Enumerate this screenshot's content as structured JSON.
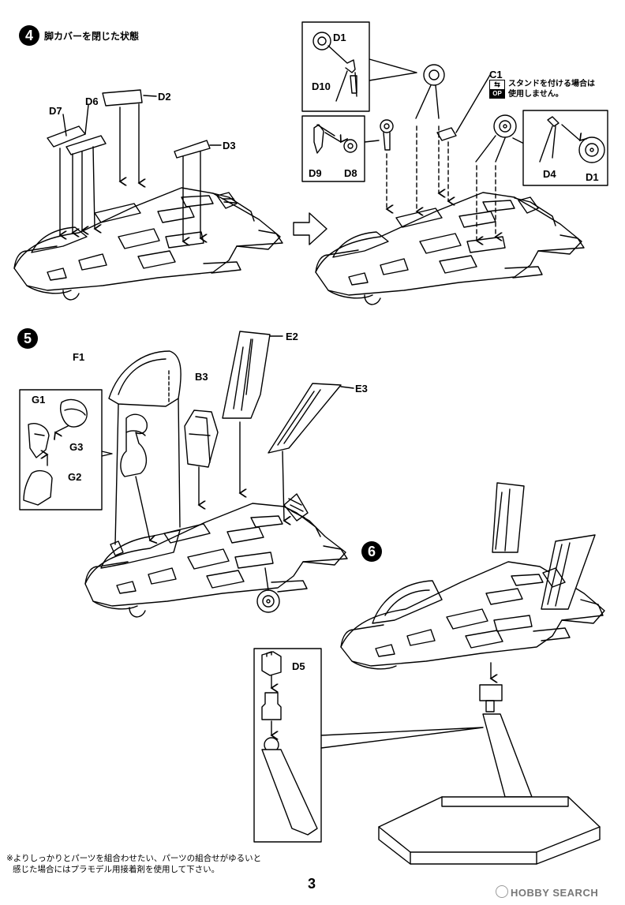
{
  "step4": {
    "number": "4",
    "title": "脚カバーを閉じた状態",
    "parts": {
      "d1_top": "D1",
      "d10": "D10",
      "c1": "C1",
      "d7": "D7",
      "d6": "D6",
      "d2": "D2",
      "d3": "D3",
      "d9": "D9",
      "d8": "D8",
      "d4": "D4",
      "d1_bottom": "D1"
    },
    "option_note": [
      "スタンドを付ける場合は",
      "使用しません。"
    ],
    "option_badge": {
      "top": "⇆",
      "bottom": "OP"
    }
  },
  "step5": {
    "number": "5",
    "parts": {
      "f1": "F1",
      "b3": "B3",
      "e2": "E2",
      "e3": "E3",
      "g1": "G1",
      "g3": "G3",
      "g2": "G2"
    }
  },
  "step6": {
    "number": "6",
    "parts": {
      "d5": "D5"
    }
  },
  "footer": {
    "note": [
      "※よりしっかりとパーツを組合わせたい、パーツの組合せがゆるいと",
      "感じた場合にはプラモデル用接着剤を使用して下さい。"
    ],
    "page_number": "3"
  },
  "watermark": {
    "brand": "HOBBY SEARCH",
    "icon": "rabbit-logo-icon"
  },
  "colors": {
    "ink": "#000000",
    "watermark": "#9a9a9a"
  }
}
